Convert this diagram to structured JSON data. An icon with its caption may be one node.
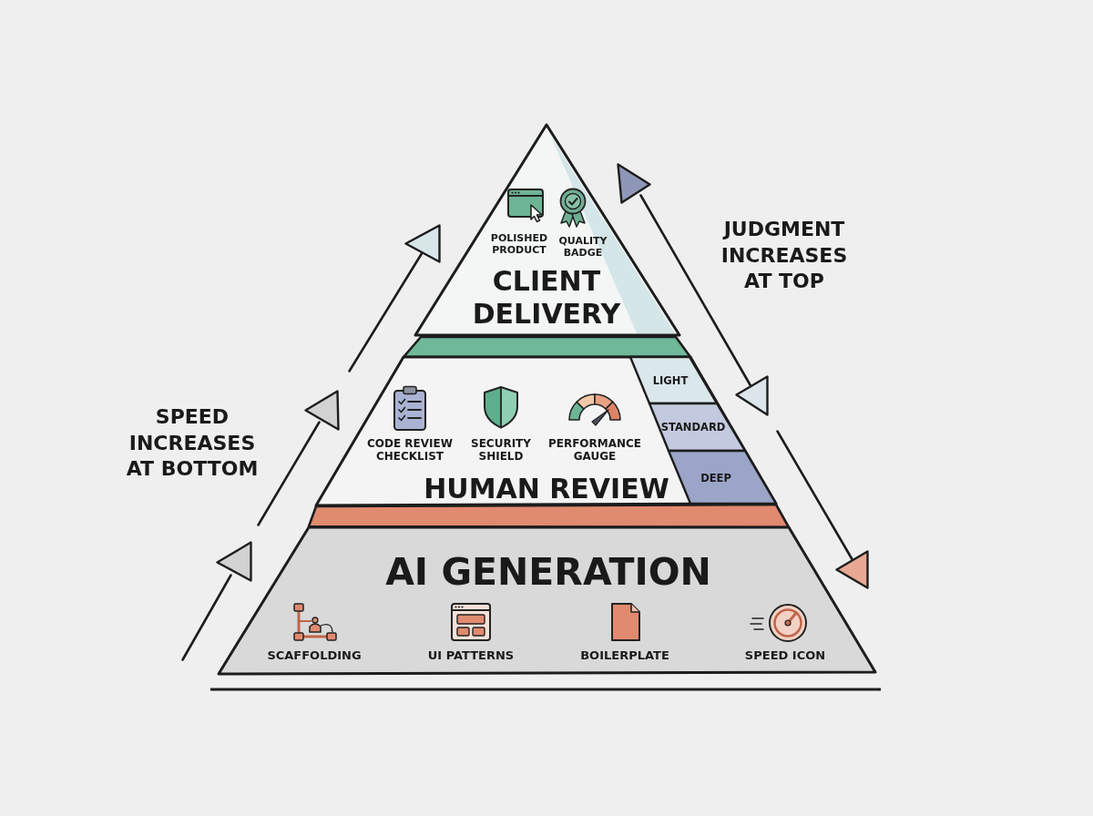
{
  "diagram": {
    "nodes": [
      {
        "text": [
          "POLISHED PRODUCT",
          "QUALITY BADGE",
          "CLIENT DELIVERY"
        ]
      },
      {
        "text": [],
        "shape": "bar"
      },
      {
        "text": [
          "CODE REVIEW CHECKLIST",
          "SECURITY SHIELD",
          "PERFORMANCE GAUGE",
          "HUMAN REVIEW"
        ]
      },
      {
        "text": [
          "LIGHT"
        ],
        "in": 2
      },
      {
        "text": [
          "STANDARD"
        ],
        "in": 2
      },
      {
        "text": [
          "DEEP"
        ],
        "in": 2
      },
      {
        "text": [],
        "shape": "bar"
      },
      {
        "text": [
          "AI GENERATION",
          "SCAFFOLDING",
          "UI PATTERNS",
          "BOILERPLATE",
          "SPEED ICON"
        ]
      }
    ],
    "labels": [
      "JUDGMENT INCREASES AT TOP",
      "SPEED INCREASES AT BOTTOM"
    ]
  }
}
